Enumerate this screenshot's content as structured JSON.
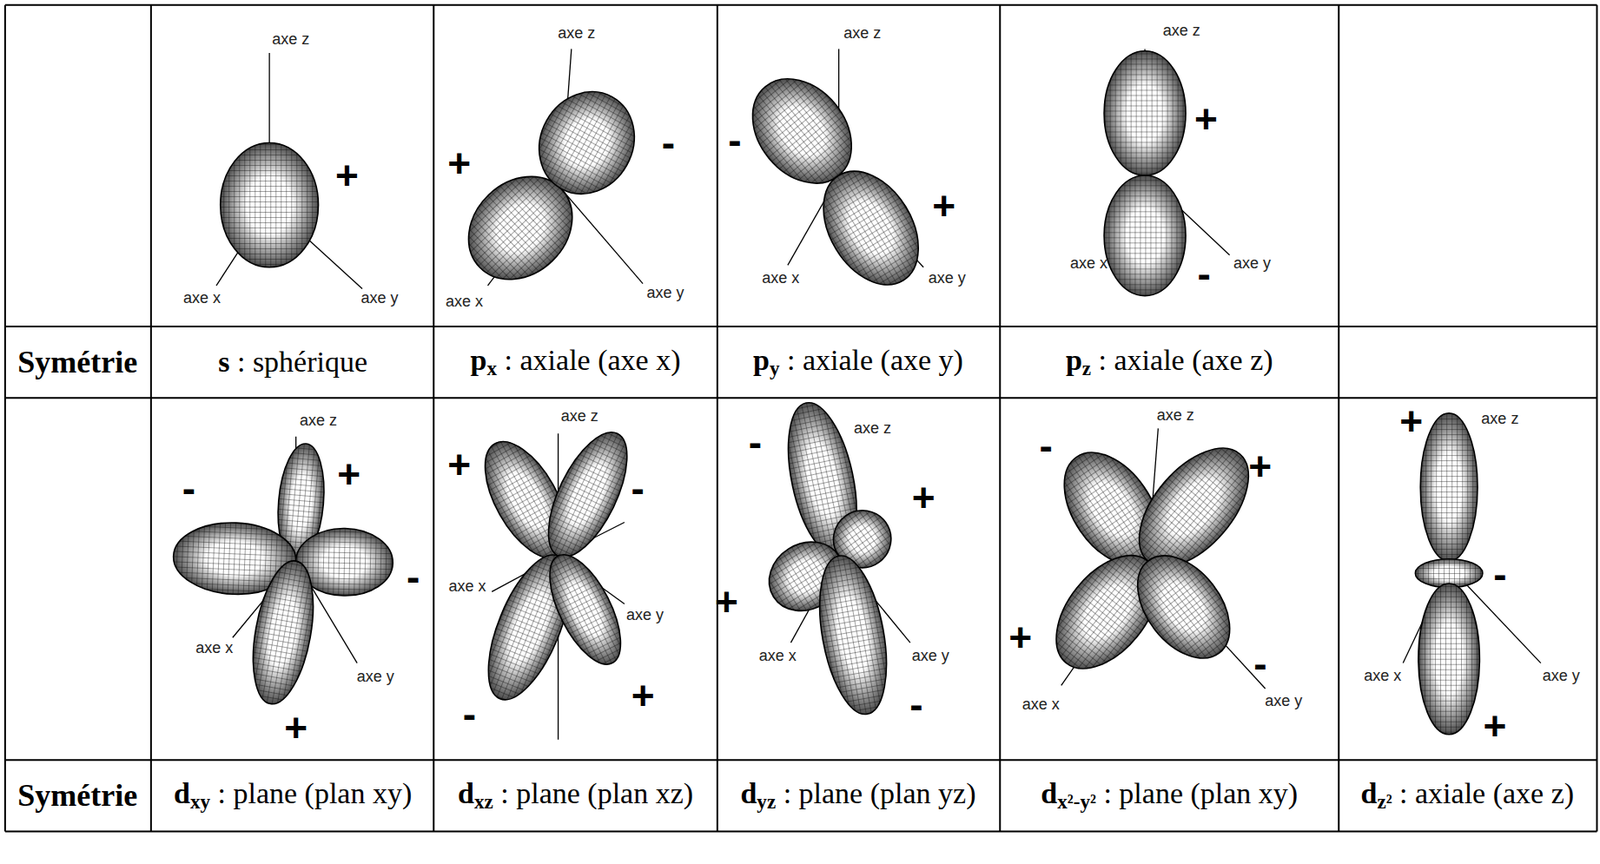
{
  "diagram": {
    "labels": [
      "axe z",
      "axe x",
      "axe y",
      "+",
      "axe z",
      "+",
      "-",
      "axe x",
      "axe y",
      "axe z",
      "-",
      "+",
      "axe x",
      "axe y",
      "axe z",
      "+",
      "-",
      "axe x",
      "axe y",
      "Symétrie",
      "s : sphérique",
      "px : axiale (axe x)",
      "py : axiale (axe y)",
      "pz : axiale (axe z)",
      "axe z",
      "-",
      "+",
      "-",
      "axe x",
      "axe y",
      "+",
      "axe z",
      "+",
      "-",
      "axe x",
      "axe y",
      "-",
      "+",
      "axe z",
      "-",
      "+",
      "+",
      "axe x",
      "axe y",
      "-",
      "axe z",
      "-",
      "+",
      "+",
      "axe x",
      "-",
      "axe y",
      "+",
      "axe z",
      "-",
      "axe x",
      "axe y",
      "+",
      "Symétrie",
      "dxy : plane (plan xy)",
      "dxz : plane (plan xz)",
      "dyz : plane (plan yz)",
      "dx²-y² : plane (plan xy)",
      "dz² : axiale (axe z)"
    ]
  }
}
